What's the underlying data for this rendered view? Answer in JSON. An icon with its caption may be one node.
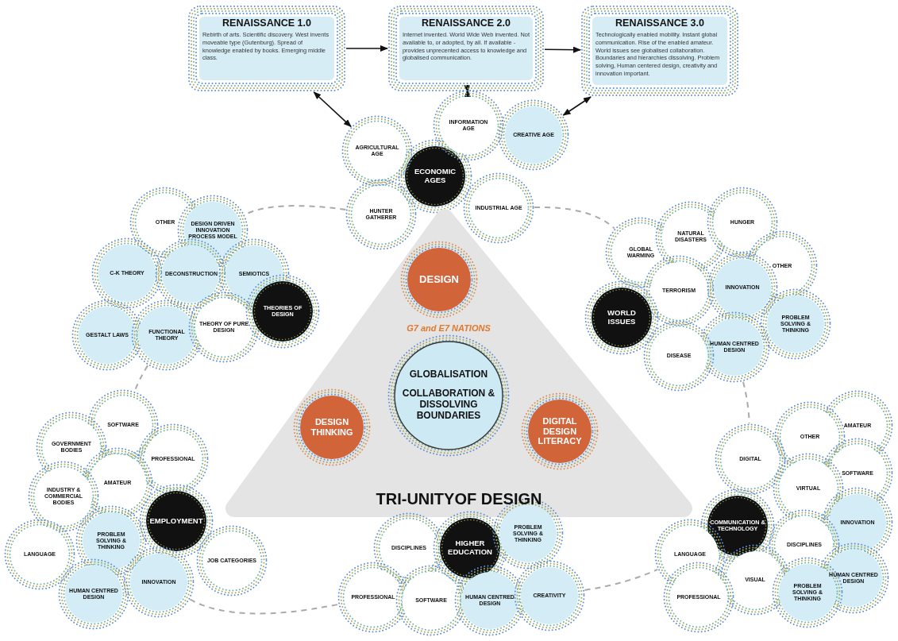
{
  "diagram": {
    "nodes": [
      {
        "text": [
          "RENAISSANCE 1.0",
          "Rebirth of arts. Scientific discovery. West invents moveable type (Gutenburg). Spread of knowledge enabled by books. Emerging middle class."
        ]
      },
      {
        "text": [
          "RENAISSANCE 2.0",
          "Internet invented. World Wide Web invented. Not available to, or adopted, by all. If available - provides unprecented access to knowledge and globalised communication."
        ]
      },
      {
        "text": [
          "RENAISSANCE 3.0",
          "Technologically enabled mobility. Instant global communication. Rise of the enabled amateur. World issues see globalised collaboration. Boundaries and hierarchies dissolving. Problem solving, Human centered design, creativity and innovation important."
        ]
      },
      {
        "text": [
          "ECONOMIC AGES"
        ]
      },
      {
        "text": [
          "AGRICULTURAL AGE"
        ]
      },
      {
        "text": [
          "INFORMATION AGE"
        ]
      },
      {
        "text": [
          "CREATIVE AGE"
        ]
      },
      {
        "text": [
          "HUNTER GATHERER"
        ]
      },
      {
        "text": [
          "INDUSTRIAL AGE"
        ]
      },
      {
        "text": [
          "OTHER"
        ]
      },
      {
        "text": [
          "DESIGN DRIVEN INNOVATION PROCESS MODEL"
        ]
      },
      {
        "text": [
          "C-K THEORY"
        ]
      },
      {
        "text": [
          "DECONSTRUCTION"
        ]
      },
      {
        "text": [
          "SEMIOTICS"
        ]
      },
      {
        "text": [
          "GESTALT LAWS"
        ]
      },
      {
        "text": [
          "FUNCTIONAL THEORY"
        ]
      },
      {
        "text": [
          "THEORY OF PURE DESIGN"
        ]
      },
      {
        "text": [
          "THEORIES OF DESIGN"
        ]
      },
      {
        "text": [
          "GLOBAL WARMING"
        ]
      },
      {
        "text": [
          "NATURAL DISASTERS"
        ]
      },
      {
        "text": [
          "HUNGER"
        ]
      },
      {
        "text": [
          "OTHER"
        ]
      },
      {
        "text": [
          "TERRORISM"
        ]
      },
      {
        "text": [
          "INNOVATION"
        ]
      },
      {
        "text": [
          "WORLD ISSUES"
        ]
      },
      {
        "text": [
          "PROBLEM SOLVING & THINKING"
        ]
      },
      {
        "text": [
          "HUMAN CENTRED DESIGN"
        ]
      },
      {
        "text": [
          "DISEASE"
        ]
      },
      {
        "text": [
          "TRI-UNITYOF DESIGN"
        ]
      },
      {
        "text": [
          "DESIGN"
        ],
        "in": 28
      },
      {
        "text": [
          "GLOBALISATION",
          "COLLABORATION & DISSOLVING BOUNDARIES"
        ],
        "beside": [
          "G7 and E7 NATIONS"
        ],
        "in": 28
      },
      {
        "text": [
          "DESIGN THINKING"
        ],
        "in": 28
      },
      {
        "text": [
          "DIGITAL DESIGN LITERACY"
        ],
        "in": 28
      },
      {
        "text": [
          "SOFTWARE"
        ]
      },
      {
        "text": [
          "GOVERNMENT BODIES"
        ]
      },
      {
        "text": [
          "PROFESSIONAL"
        ]
      },
      {
        "text": [
          "AMATEUR"
        ]
      },
      {
        "text": [
          "INDUSTRY & COMMERCIAL BODIES"
        ]
      },
      {
        "text": [
          "EMPLOYMENT"
        ]
      },
      {
        "text": [
          "PROBLEM SOLVING & THINKING"
        ]
      },
      {
        "text": [
          "LANGUAGE"
        ]
      },
      {
        "text": [
          "JOB CATEGORIES"
        ]
      },
      {
        "text": [
          "HUMAN CENTRED DESIGN"
        ]
      },
      {
        "text": [
          "INNOVATION"
        ]
      },
      {
        "text": [
          "DISCIPLINES"
        ]
      },
      {
        "text": [
          "HIGHER EDUCATION"
        ]
      },
      {
        "text": [
          "PROBLEM SOLVING & THINKING"
        ]
      },
      {
        "text": [
          "PROFESSIONAL"
        ]
      },
      {
        "text": [
          "SOFTWARE"
        ]
      },
      {
        "text": [
          "HUMAN CENTRED DESIGN"
        ]
      },
      {
        "text": [
          "CREATIVITY"
        ]
      },
      {
        "text": [
          "AMATEUR"
        ]
      },
      {
        "text": [
          "OTHER"
        ]
      },
      {
        "text": [
          "DIGITAL"
        ]
      },
      {
        "text": [
          "SOFTWARE"
        ]
      },
      {
        "text": [
          "VIRTUAL"
        ]
      },
      {
        "text": [
          "INNOVATION"
        ]
      },
      {
        "text": [
          "COMMUNICATION & TECHNOLOGY"
        ]
      },
      {
        "text": [
          "DISCIPLINES"
        ]
      },
      {
        "text": [
          "LANGUAGE"
        ]
      },
      {
        "text": [
          "HUMAN CENTRED DESIGN"
        ]
      },
      {
        "text": [
          "VISUAL"
        ]
      },
      {
        "text": [
          "PROBLEM SOLVING & THINKING"
        ]
      },
      {
        "text": [
          "PROFESSIONAL"
        ]
      }
    ],
    "edges": [
      {
        "from": 0,
        "to": 1,
        "arrow": "to",
        "color": "#111111"
      },
      {
        "from": 1,
        "to": 2,
        "arrow": "to",
        "color": "#111111"
      },
      {
        "from": 0,
        "to": 4,
        "arrow": "both",
        "color": "#111111"
      },
      {
        "from": 1,
        "to": 5,
        "arrow": "both",
        "color": "#111111"
      },
      {
        "from": 2,
        "to": 6,
        "arrow": "both",
        "color": "#111111"
      },
      {
        "from": 7,
        "to": 10,
        "arrow": "none",
        "style": "dashed"
      },
      {
        "from": 8,
        "to": 18,
        "arrow": "none",
        "style": "dashed"
      },
      {
        "from": 15,
        "to": 33,
        "arrow": "none",
        "style": "dashed"
      },
      {
        "from": 26,
        "to": 53,
        "arrow": "none",
        "style": "dashed"
      },
      {
        "from": 43,
        "to": 47,
        "arrow": "none",
        "style": "dashed"
      },
      {
        "from": 50,
        "to": 59,
        "arrow": "none",
        "style": "dashed"
      }
    ]
  }
}
